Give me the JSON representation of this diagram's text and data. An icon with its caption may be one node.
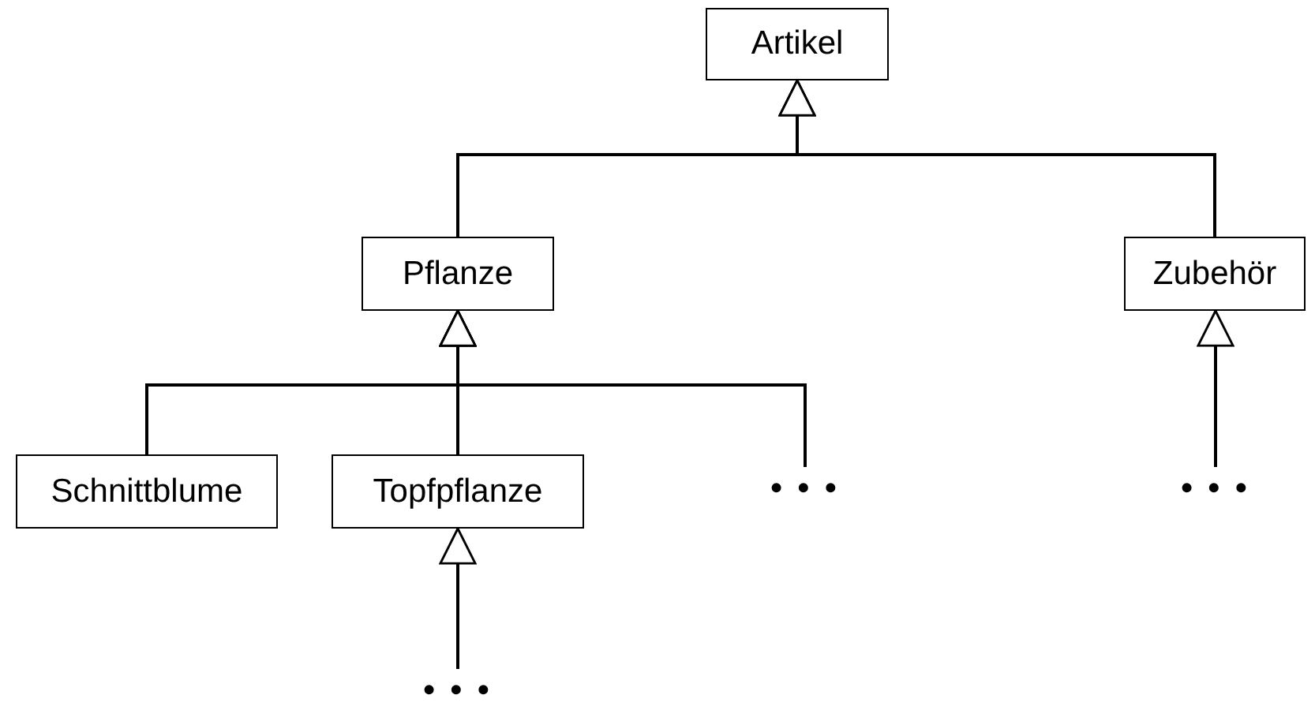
{
  "diagram": {
    "nodes": [
      {
        "text": [
          "Artikel"
        ]
      },
      {
        "text": [
          "Pflanze"
        ]
      },
      {
        "text": [
          "Zubehör"
        ]
      },
      {
        "text": [
          "Schnittblume"
        ]
      },
      {
        "text": [
          "Topfpflanze"
        ]
      },
      {
        "text": [
          "• • •"
        ]
      },
      {
        "text": [
          "• • •"
        ]
      },
      {
        "text": [
          "• • •"
        ]
      }
    ],
    "edges": [
      {
        "from": 1,
        "to": 0,
        "arrow": "to"
      },
      {
        "from": 2,
        "to": 0,
        "arrow": "to"
      },
      {
        "from": 3,
        "to": 1,
        "arrow": "to"
      },
      {
        "from": 4,
        "to": 1,
        "arrow": "to"
      },
      {
        "from": 5,
        "to": 1,
        "arrow": "to"
      },
      {
        "from": 6,
        "to": 2,
        "arrow": "to"
      },
      {
        "from": 7,
        "to": 4,
        "arrow": "to"
      }
    ]
  }
}
